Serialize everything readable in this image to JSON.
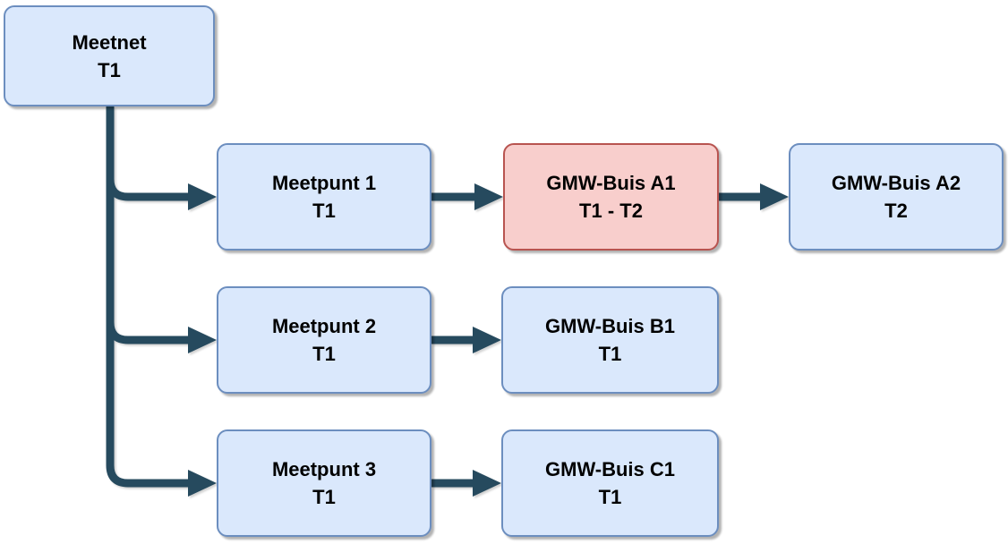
{
  "diagram": {
    "type": "flowchart",
    "nodes": {
      "meetnet": {
        "label": "Meetnet",
        "period": "T1",
        "variant": "blue"
      },
      "meetpunt1": {
        "label": "Meetpunt 1",
        "period": "T1",
        "variant": "blue"
      },
      "gmw_buis_a1": {
        "label": "GMW-Buis A1",
        "period": "T1 - T2",
        "variant": "red"
      },
      "gmw_buis_a2": {
        "label": "GMW-Buis A2",
        "period": "T2",
        "variant": "blue"
      },
      "meetpunt2": {
        "label": "Meetpunt 2",
        "period": "T1",
        "variant": "blue"
      },
      "gmw_buis_b1": {
        "label": "GMW-Buis B1",
        "period": "T1",
        "variant": "blue"
      },
      "meetpunt3": {
        "label": "Meetpunt 3",
        "period": "T1",
        "variant": "blue"
      },
      "gmw_buis_c1": {
        "label": "GMW-Buis C1",
        "period": "T1",
        "variant": "blue"
      }
    },
    "edges": [
      {
        "from": "meetnet",
        "to": "meetpunt1"
      },
      {
        "from": "meetnet",
        "to": "meetpunt2"
      },
      {
        "from": "meetnet",
        "to": "meetpunt3"
      },
      {
        "from": "meetpunt1",
        "to": "gmw_buis_a1"
      },
      {
        "from": "gmw_buis_a1",
        "to": "gmw_buis_a2"
      },
      {
        "from": "meetpunt2",
        "to": "gmw_buis_b1"
      },
      {
        "from": "meetpunt3",
        "to": "gmw_buis_c1"
      }
    ],
    "colors": {
      "node_blue_fill": "#dae8fc",
      "node_blue_border": "#6c8ebf",
      "node_red_fill": "#f8cecc",
      "node_red_border": "#b85450",
      "connector": "#264a5e",
      "text": "#000000",
      "background": "#ffffff"
    }
  }
}
